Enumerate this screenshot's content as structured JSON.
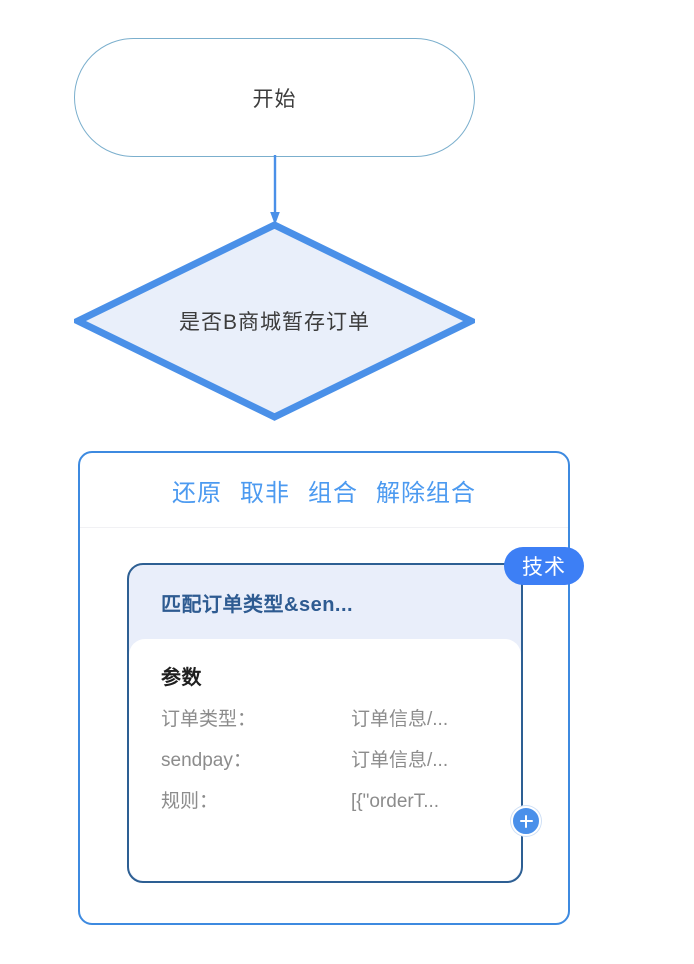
{
  "flow": {
    "start_node": {
      "label": "开始",
      "shape": "terminator",
      "border_color": "#7bafcd"
    },
    "connector": {
      "name": "start-to-decision",
      "color": "#4a90e8",
      "arrow": "down"
    },
    "decision_node": {
      "label": "是否B商城暂存订单",
      "shape": "diamond",
      "selected": true,
      "border_color": "#4a90e8",
      "fill_color": "#e9effa"
    }
  },
  "group": {
    "border_color": "#3d8ae0",
    "toolbar": {
      "links": [
        {
          "label": "还原",
          "name": "restore"
        },
        {
          "label": "取非",
          "name": "negate"
        },
        {
          "label": "组合",
          "name": "group"
        },
        {
          "label": "解除组合",
          "name": "ungroup"
        }
      ],
      "link_color": "#4c9af0"
    },
    "card": {
      "badge": "技术",
      "badge_color": "#3d7ff5",
      "title": "匹配订单类型&sen...",
      "title_color": "#2e5b91",
      "header_fill": "#e9eefa",
      "border_color": "#2d5f93",
      "params_heading": "参数",
      "params": [
        {
          "key": "订单类型：",
          "value": "订单信息/..."
        },
        {
          "key": "sendpay：",
          "value": "订单信息/..."
        },
        {
          "key": "规则：",
          "value": "[{\"orderT..."
        }
      ],
      "add_handle_icon": "plus-icon"
    }
  }
}
